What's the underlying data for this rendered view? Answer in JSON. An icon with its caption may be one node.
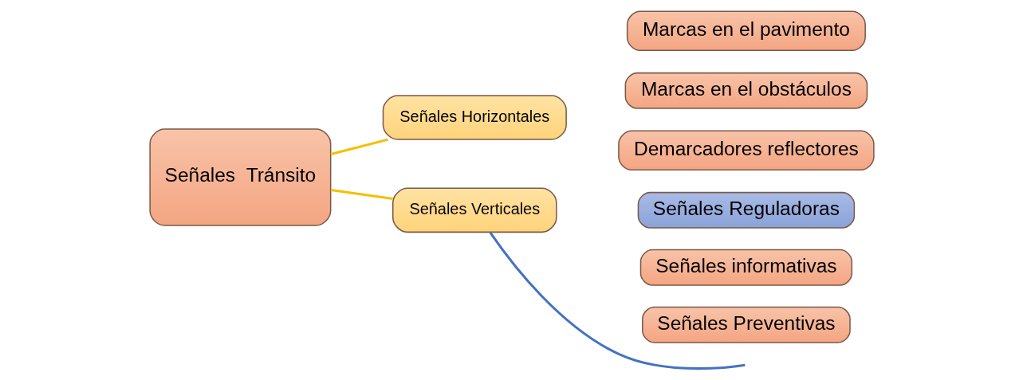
{
  "diagram": {
    "nodes": [
      {
        "text": [
          "Señales  Tránsito"
        ]
      },
      {
        "text": [
          "Señales Horizontales"
        ]
      },
      {
        "text": [
          "Marcas en el pavimento"
        ]
      },
      {
        "text": [
          "Marcas en el obstáculos"
        ]
      },
      {
        "text": [
          "Demarcadores reflectores"
        ]
      },
      {
        "text": [
          "Señales Verticales"
        ]
      },
      {
        "text": [
          "Señales Reguladoras"
        ]
      },
      {
        "text": [
          "Señales informativas"
        ]
      },
      {
        "text": [
          "Señales Preventivas"
        ]
      }
    ],
    "edges": [
      {
        "from": 0,
        "to": 1,
        "arrow": "none"
      },
      {
        "from": 0,
        "to": 5,
        "arrow": "none"
      },
      {
        "from": 5,
        "to": null,
        "arrow": "none",
        "color": "#4472c4"
      }
    ]
  }
}
